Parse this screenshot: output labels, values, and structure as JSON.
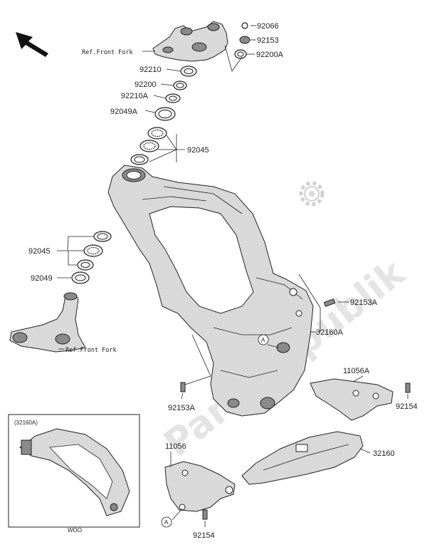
{
  "watermark": "PartsRepublik",
  "references": {
    "front_fork_upper": "Ref.Front Fork",
    "front_fork_lower": "Ref.Front Fork"
  },
  "callout_marker": "A",
  "inset": {
    "title": "(32160A)",
    "footer": "WOO"
  },
  "labels": {
    "p92066": "92066",
    "p92153": "92153",
    "p92200A": "92200A",
    "p92210": "92210",
    "p92200": "92200",
    "p92210A": "92210A",
    "p92049A": "92049A",
    "p92045_upper": "92045",
    "p92045_lower": "92045",
    "p92049": "92049",
    "p92153A_right": "92153A",
    "p32160A": "32160A",
    "p11056A": "11056A",
    "p92154_right": "92154",
    "p92153A_bottom": "92153A",
    "p11056": "11056",
    "p32160": "32160",
    "p92154_bottom": "92154"
  },
  "icons": [
    "direction-arrow-icon",
    "gear-icon"
  ]
}
